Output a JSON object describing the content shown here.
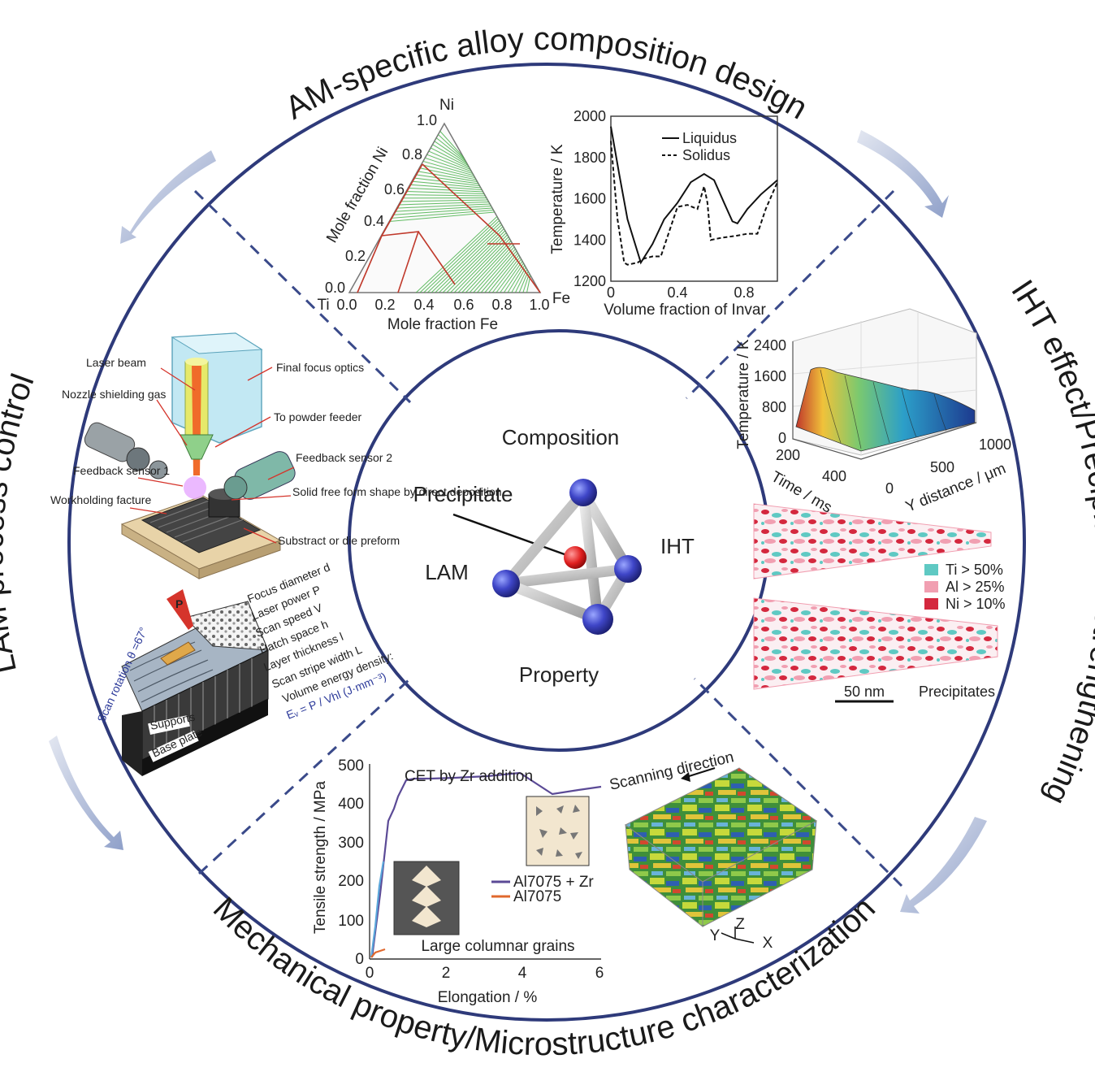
{
  "outer_titles": {
    "top": "AM-specific alloy composition design",
    "right": "IHT effect/Precipitation strengthening",
    "bottom": "Mechanical property/Microstructure characterization",
    "left": "LAM process control"
  },
  "center": {
    "top": "Composition",
    "left": "LAM",
    "right": "IHT",
    "bottom": "Property",
    "pointer": "Precipitate"
  },
  "ternary": {
    "apex_top": "Ni",
    "apex_left": "Ti",
    "apex_right": "Fe",
    "left_axis_label": "Mole fraction Ni",
    "bottom_axis_label": "Mole fraction Fe",
    "left_ticks": [
      "1.0",
      "0.8",
      "0.6",
      "0.4",
      "0.2",
      "0.0"
    ],
    "bottom_ticks": [
      "0.0",
      "0.2",
      "0.4",
      "0.6",
      "0.8",
      "1.0"
    ]
  },
  "chart_data": {
    "type": "line",
    "xlabel": "Volume fraction of Invar",
    "ylabel": "Temperature / K",
    "xlim": [
      0,
      1.0
    ],
    "ylim": [
      1200,
      2000
    ],
    "x_ticks": [
      "0",
      "0.4",
      "0.8"
    ],
    "y_ticks": [
      "2000",
      "1800",
      "1600",
      "1400",
      "1200"
    ],
    "series": [
      {
        "name": "Liquidus",
        "x": [
          0,
          0.05,
          0.1,
          0.18,
          0.25,
          0.32,
          0.4,
          0.48,
          0.56,
          0.62,
          0.68,
          0.73,
          0.76,
          0.82,
          0.9,
          1.0
        ],
        "y": [
          1950,
          1720,
          1500,
          1290,
          1380,
          1500,
          1580,
          1680,
          1720,
          1690,
          1580,
          1490,
          1480,
          1550,
          1620,
          1690
        ]
      },
      {
        "name": "Solidus",
        "x": [
          0,
          0.04,
          0.08,
          0.1,
          0.16,
          0.2,
          0.25,
          0.3,
          0.4,
          0.46,
          0.52,
          0.56,
          0.58,
          0.6,
          0.66,
          0.75,
          0.82,
          0.88,
          0.93,
          1.0
        ],
        "y": [
          1880,
          1500,
          1290,
          1280,
          1290,
          1310,
          1320,
          1320,
          1560,
          1570,
          1550,
          1660,
          1580,
          1400,
          1410,
          1420,
          1430,
          1430,
          1550,
          1680
        ]
      }
    ]
  },
  "tensile_chart": {
    "annotation": "CET by Zr addition",
    "xlabel": "Elongation / %",
    "ylabel": "Tensile strength / MPa",
    "x_ticks": [
      "0",
      "2",
      "4",
      "6"
    ],
    "y_ticks": [
      "500",
      "400",
      "300",
      "200",
      "100",
      "0"
    ],
    "inset_label": "Large columnar grains",
    "legend": [
      "Al7075 + Zr",
      "Al7075"
    ],
    "colors": {
      "zr": "#5b4a96",
      "base": "#e0682d",
      "blue": "#5aa6da"
    }
  },
  "thermal_surface": {
    "zlabel": "Temperature / K",
    "xlabel": "Time / ms",
    "ylabel": "Y distance / μm",
    "z_ticks": [
      "2400",
      "1600",
      "800",
      "0"
    ],
    "x_ticks": [
      "200",
      "400"
    ],
    "y_ticks": [
      "1000",
      "500",
      "0"
    ]
  },
  "precipitates": {
    "legend": [
      {
        "label": "Ti > 50%",
        "color": "#5fc9c3"
      },
      {
        "label": "Al > 25%",
        "color": "#f19fb1"
      },
      {
        "label": "Ni > 10%",
        "color": "#d4283e"
      }
    ],
    "scale": "50 nm",
    "title": "Precipitates"
  },
  "microstructure": {
    "label": "Scanning direction",
    "axes": [
      "Y",
      "Z",
      "X"
    ]
  },
  "lam_machine": {
    "labels": [
      "Laser beam",
      "Final focus optics",
      "Nozzle shielding gas",
      "To powder feeder",
      "Feedback sensor 2",
      "Feedback sensor 1",
      "Solid free form shape by direct deposition",
      "Workholding facture",
      "Substract or die preform"
    ]
  },
  "scan_params": {
    "params": [
      "Focus diameter d",
      "Laser power P",
      "Scan speed V",
      "Hatch space h",
      "Layer thickness l",
      "Scan stripe width L"
    ],
    "energy_title": "Volume energy density:",
    "energy_formula": "Eᵥ = P / Vhl (J·mm⁻³)",
    "rotation": "Scan rotation θ =67°",
    "supports": "Supports",
    "base": "Base plate"
  }
}
